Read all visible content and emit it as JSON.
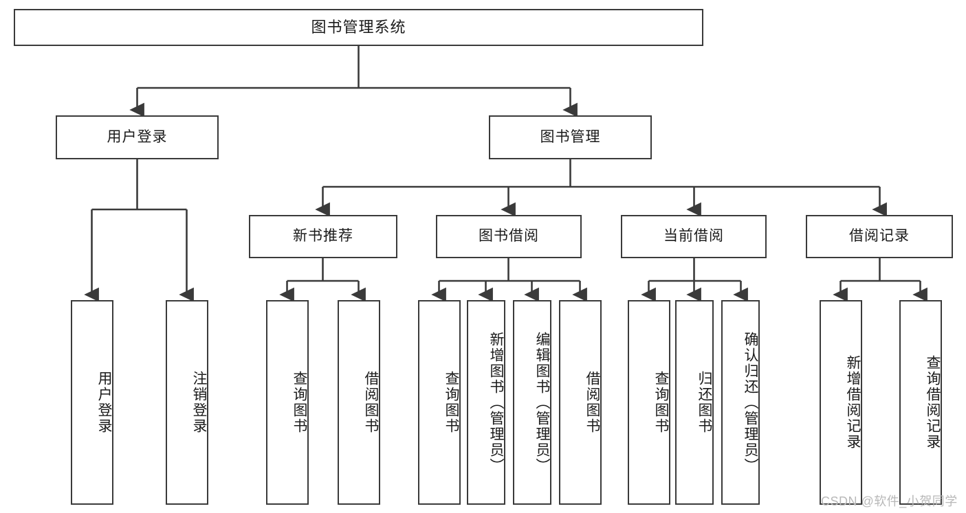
{
  "diagram": {
    "title": "图书管理系统",
    "type": "tree-hierarchy-chart",
    "watermark": "CSDN @软件_小贺同学",
    "colors": {
      "stroke": "#3a3a3a",
      "fill": "#ffffff",
      "text": "#1a1a1a",
      "watermark": "#b8b8b8"
    },
    "nodes": {
      "root": {
        "label": "图书管理系统"
      },
      "level2": [
        {
          "id": "user-login",
          "label": "用户登录"
        },
        {
          "id": "book-management",
          "label": "图书管理"
        }
      ],
      "level3": [
        {
          "id": "new-book-recommend",
          "label": "新书推荐"
        },
        {
          "id": "book-borrow",
          "label": "图书借阅"
        },
        {
          "id": "current-borrow",
          "label": "当前借阅"
        },
        {
          "id": "borrow-record",
          "label": "借阅记录"
        }
      ],
      "leaves": {
        "user_login": [
          {
            "id": "leaf-user-login",
            "label": "用户登录"
          },
          {
            "id": "leaf-logout-login",
            "label": "注销登录"
          }
        ],
        "new_book_recommend": [
          {
            "id": "leaf-query-book-1",
            "label": "查询图书"
          },
          {
            "id": "leaf-borrow-book-1",
            "label": "借阅图书"
          }
        ],
        "book_borrow": [
          {
            "id": "leaf-query-book-2",
            "label": "查询图书"
          },
          {
            "id": "leaf-add-book",
            "label": "新增图书（管理员）"
          },
          {
            "id": "leaf-edit-book",
            "label": "编辑图书（管理员）"
          },
          {
            "id": "leaf-borrow-book-2",
            "label": "借阅图书"
          }
        ],
        "current_borrow": [
          {
            "id": "leaf-query-book-3",
            "label": "查询图书"
          },
          {
            "id": "leaf-return-book",
            "label": "归还图书"
          },
          {
            "id": "leaf-confirm-return",
            "label": "确认归还（管理员）"
          }
        ],
        "borrow_record": [
          {
            "id": "leaf-add-borrow-record",
            "label": "新增借阅记录"
          },
          {
            "id": "leaf-query-borrow-record",
            "label": "查询借阅记录"
          }
        ]
      }
    }
  }
}
